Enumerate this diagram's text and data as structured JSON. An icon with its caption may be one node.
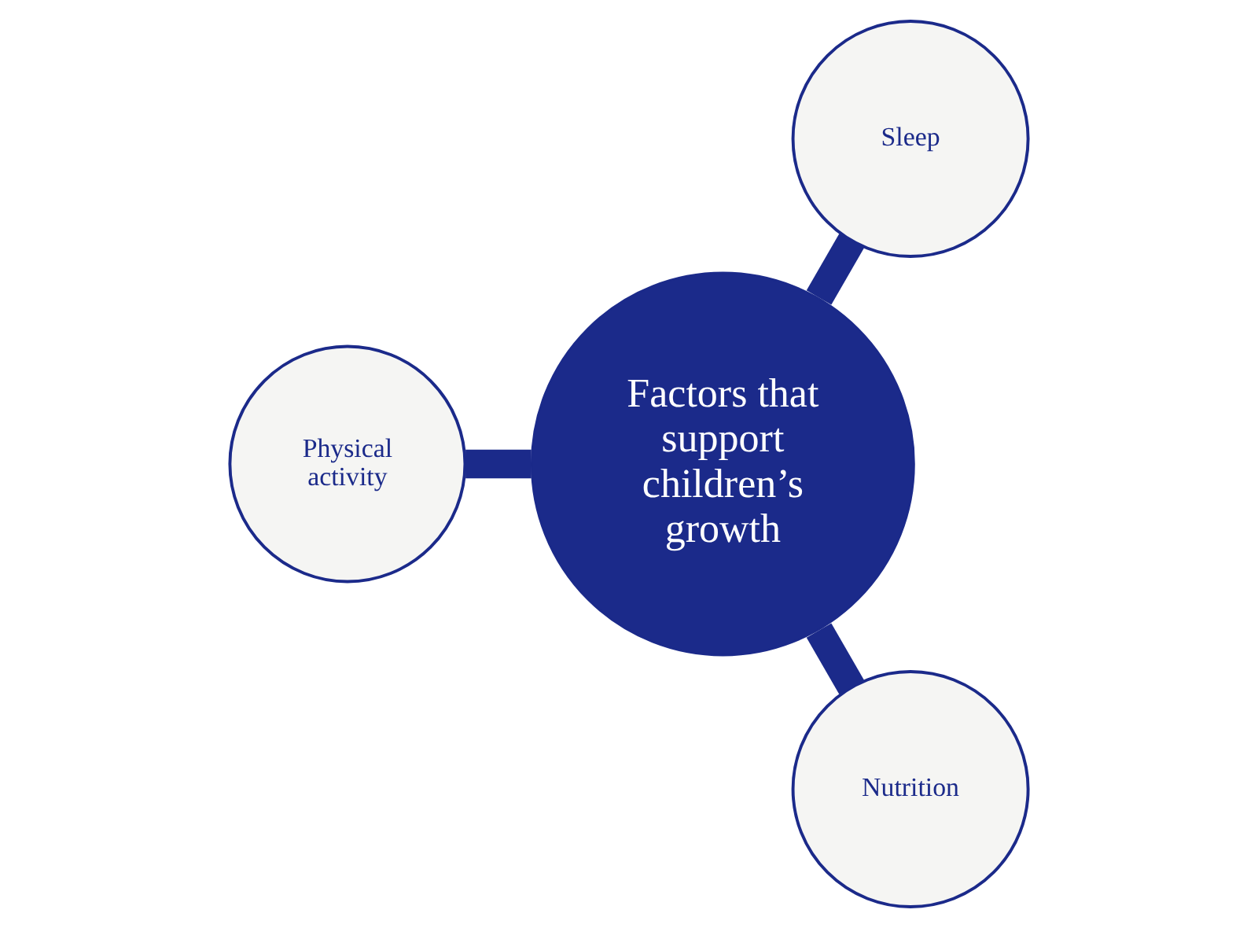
{
  "diagram": {
    "nodes": [
      {
        "text": [
          "Sleep"
        ]
      },
      {
        "text": [
          "Factors that support children’s growth"
        ]
      },
      {
        "text": [
          "Physical activity"
        ]
      },
      {
        "text": [
          "Nutrition"
        ]
      }
    ],
    "edges": [
      {
        "from": 1,
        "to": 0,
        "arrow": "none"
      },
      {
        "from": 1,
        "to": 2,
        "arrow": "none"
      },
      {
        "from": 1,
        "to": 3,
        "arrow": "none"
      }
    ]
  }
}
